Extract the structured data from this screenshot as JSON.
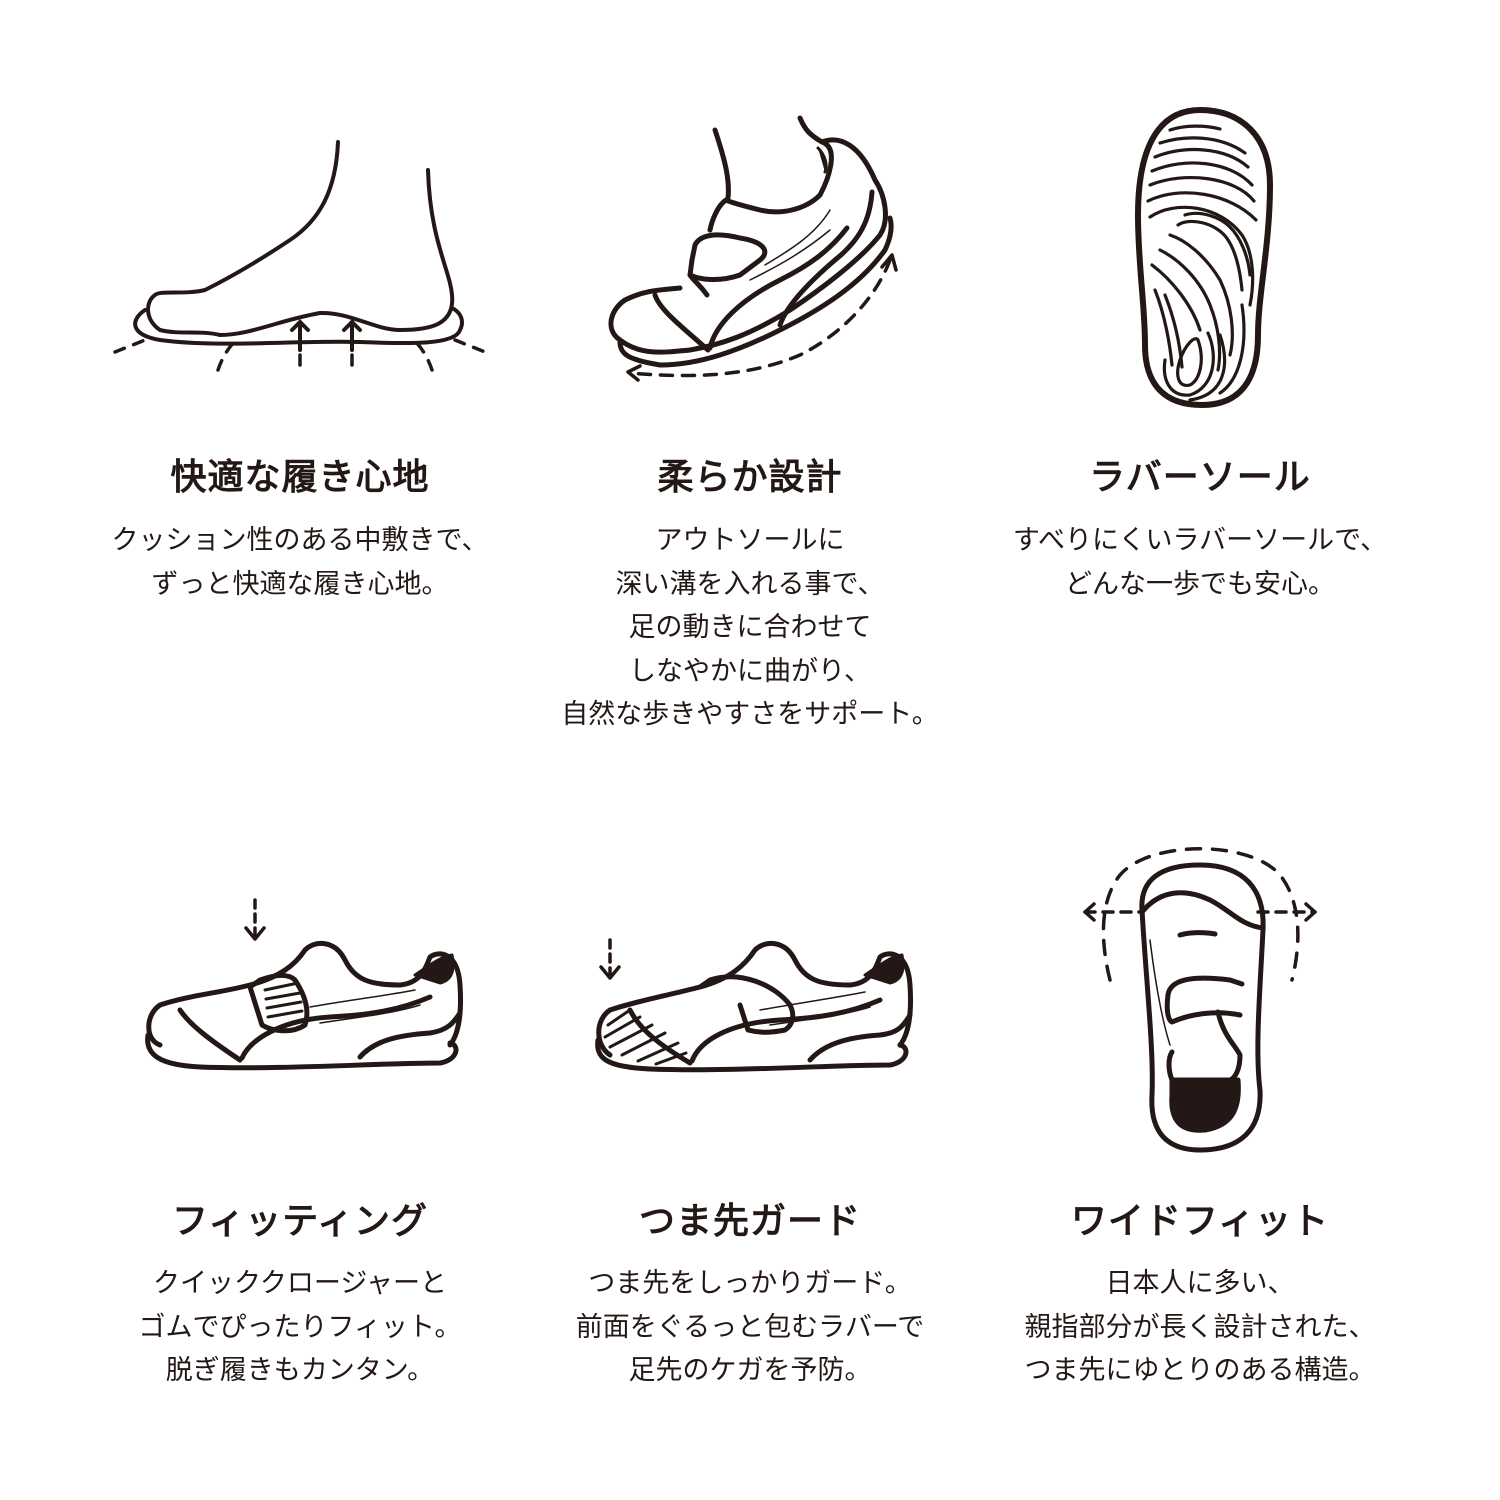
{
  "accent_color": "#231815",
  "background_color": "#ffffff",
  "features": [
    {
      "icon": "foot-cushion-icon",
      "title": "快適な履き心地",
      "lines": [
        "クッション性のある中敷きで、",
        "ずっと快適な履き心地。"
      ]
    },
    {
      "icon": "flexible-shoe-icon",
      "title": "柔らか設計",
      "lines": [
        "アウトソールに",
        "深い溝を入れる事で、",
        "足の動きに合わせて",
        "しなやかに曲がり、",
        "自然な歩きやすさをサポート。"
      ]
    },
    {
      "icon": "rubber-sole-icon",
      "title": "ラバーソール",
      "lines": [
        "すべりにくいラバーソールで、",
        "どんな一歩でも安心。"
      ]
    },
    {
      "icon": "velcro-strap-shoe-icon",
      "title": "フィッティング",
      "lines": [
        "クイッククロージャーと",
        "ゴムでぴったりフィット。",
        "脱ぎ履きもカンタン。"
      ]
    },
    {
      "icon": "toe-guard-shoe-icon",
      "title": "つま先ガード",
      "lines": [
        "つま先をしっかりガード。",
        "前面をぐるっと包むラバーで",
        "足先のケガを予防。"
      ]
    },
    {
      "icon": "wide-fit-shoe-icon",
      "title": "ワイドフィット",
      "lines": [
        "日本人に多い、",
        "親指部分が長く設計された、",
        "つま先にゆとりのある構造。"
      ]
    }
  ]
}
